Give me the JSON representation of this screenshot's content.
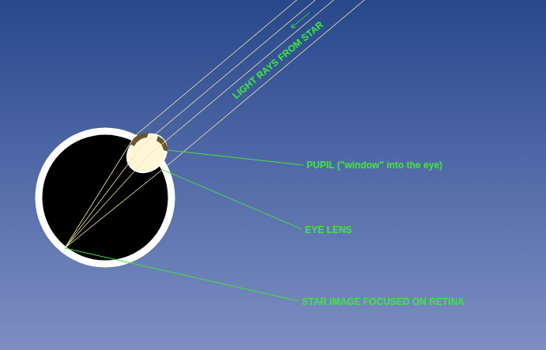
{
  "diagram": {
    "labels": [
      "LIGHT RAYS FROM STAR",
      "PUPIL (\"window\" into the eye)",
      "EYE LENS",
      "STAR IMAGE FOCUSED ON RETINA"
    ]
  }
}
